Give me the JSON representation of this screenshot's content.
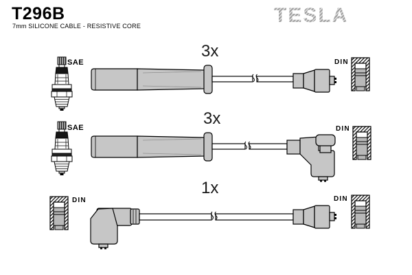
{
  "header": {
    "part_number": "T296B",
    "subtitle": "7mm SILICONE CABLE - RESISTIVE CORE",
    "brand": "TESLA"
  },
  "colors": {
    "background": "#ffffff",
    "outline": "#000000",
    "boot_gray": "#c6c6c6",
    "terminal_gray": "#b9b9b9",
    "logo_stripe_gray": "#a0a0a0"
  },
  "rows": [
    {
      "quantity": "3x",
      "left_label": "SAE",
      "right_label": "DIN",
      "left_icon": "spark-plug-icon",
      "right_icon": "din-connector-icon"
    },
    {
      "quantity": "3x",
      "left_label": "SAE",
      "right_label": "DIN",
      "left_icon": "spark-plug-icon",
      "right_icon": "din-connector-icon"
    },
    {
      "quantity": "1x",
      "left_label": "DIN",
      "right_label": "DIN",
      "left_icon": "din-connector-icon",
      "right_icon": "din-connector-icon"
    }
  ]
}
